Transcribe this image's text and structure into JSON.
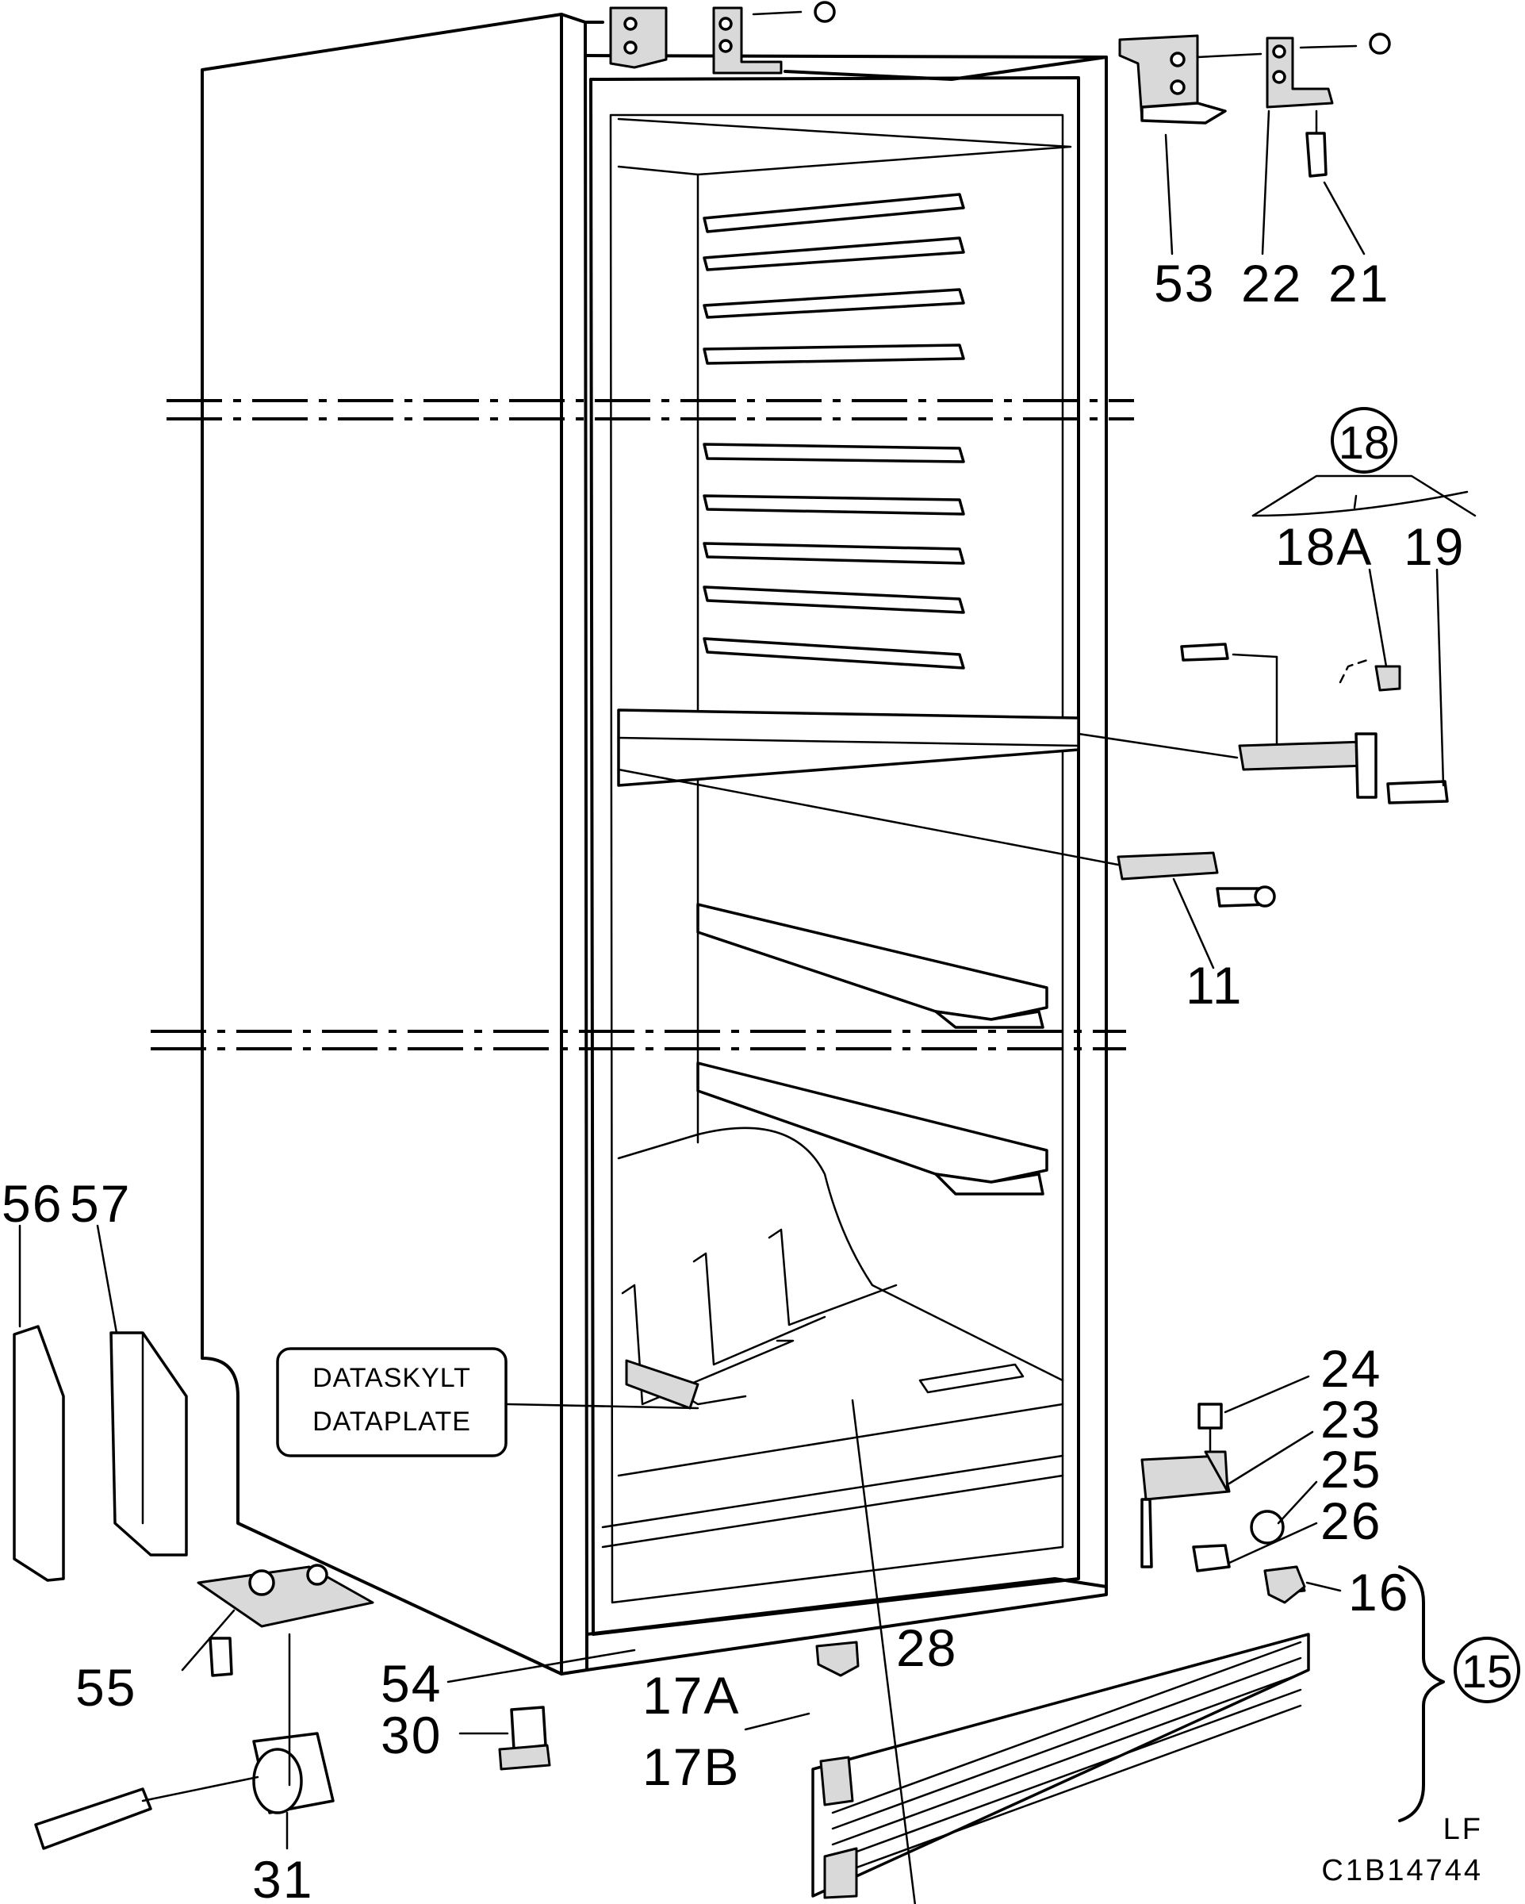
{
  "labels": {
    "53": "53",
    "22": "22",
    "21": "21",
    "18": "18",
    "18A": "18A",
    "19": "19",
    "11": "11",
    "56": "56",
    "57": "57",
    "24": "24",
    "23": "23",
    "25": "25",
    "26": "26",
    "16": "16",
    "15": "15",
    "28": "28",
    "55": "55",
    "54": "54",
    "30": "30",
    "17A": "17A",
    "17B": "17B",
    "31": "31"
  },
  "data_plate": {
    "line1": "DATASKYLT",
    "line2": "DATAPLATE"
  },
  "footer": {
    "code1": "LF",
    "code2": "C1B14744"
  }
}
